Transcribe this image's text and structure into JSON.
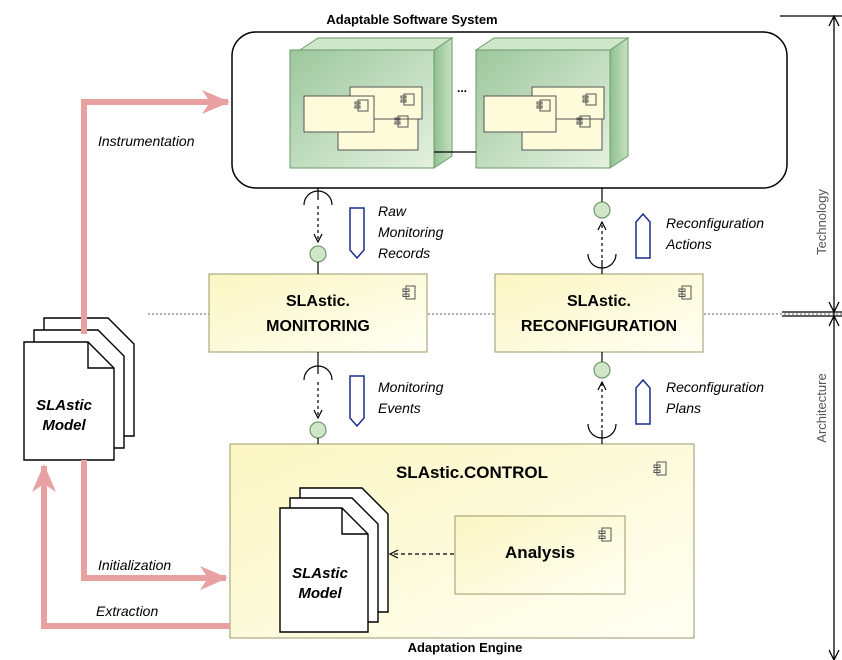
{
  "titles": {
    "system": "Adaptable Software System",
    "engine": "Adaptation Engine"
  },
  "system": {
    "ellipsis": "..."
  },
  "components": {
    "monitoring_line1": "SLAstic.",
    "monitoring_line2": "MONITORING",
    "reconfiguration_line1": "SLAstic.",
    "reconfiguration_line2": "RECONFIGURATION",
    "control": "SLAstic.CONTROL",
    "analysis": "Analysis"
  },
  "labels": {
    "instrumentation": "Instrumentation",
    "initialization": "Initialization",
    "extraction": "Extraction",
    "raw_1": "Raw",
    "raw_2": "Monitoring",
    "raw_3": "Records",
    "reconf_actions_1": "Reconfiguration",
    "reconf_actions_2": "Actions",
    "monitoring_events_1": "Monitoring",
    "monitoring_events_2": "Events",
    "reconf_plans_1": "Reconfiguration",
    "reconf_plans_2": "Plans"
  },
  "model": {
    "outer_line1": "SLAstic",
    "outer_line2": "Model",
    "inner_line1": "SLAstic",
    "inner_line2": "Model"
  },
  "layers": {
    "technology": "Technology",
    "architecture": "Architecture"
  },
  "colors": {
    "arrow": "#e8a0a0",
    "component_fill": "#fdfbd9",
    "node_fill": "#b8d8b8",
    "interface_fill": "#cfe6c8",
    "message_stroke": "#1a2e8c"
  }
}
